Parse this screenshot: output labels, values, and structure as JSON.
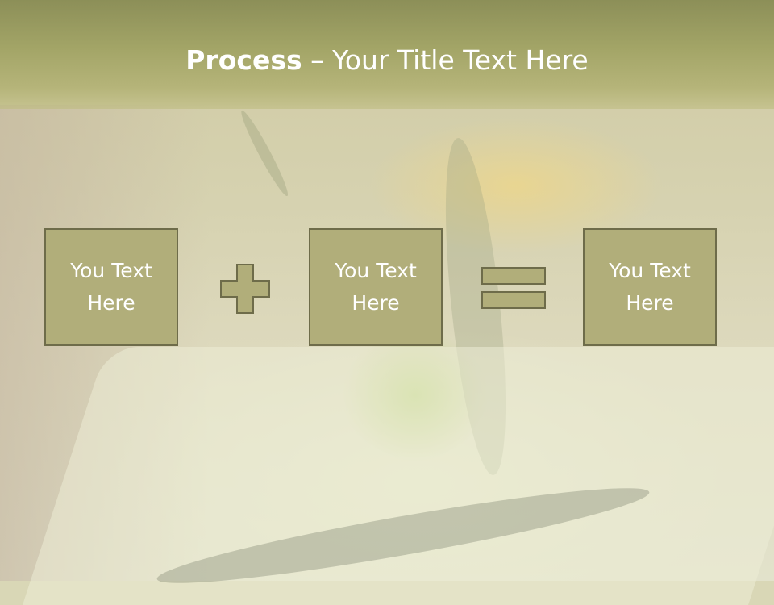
{
  "slide": {
    "title_bold": "Process",
    "title_separator": " – ",
    "title_rest": "Your Title Text Here",
    "boxes": [
      {
        "label": "You Text Here"
      },
      {
        "label": "You Text Here"
      },
      {
        "label": "You Text Here"
      }
    ],
    "operators": [
      "plus-icon",
      "equals-icon"
    ],
    "colors": {
      "header": "#a3a567",
      "box_fill": "#b1ae7a",
      "box_border": "#6e6c4a",
      "text": "#ffffff"
    }
  }
}
